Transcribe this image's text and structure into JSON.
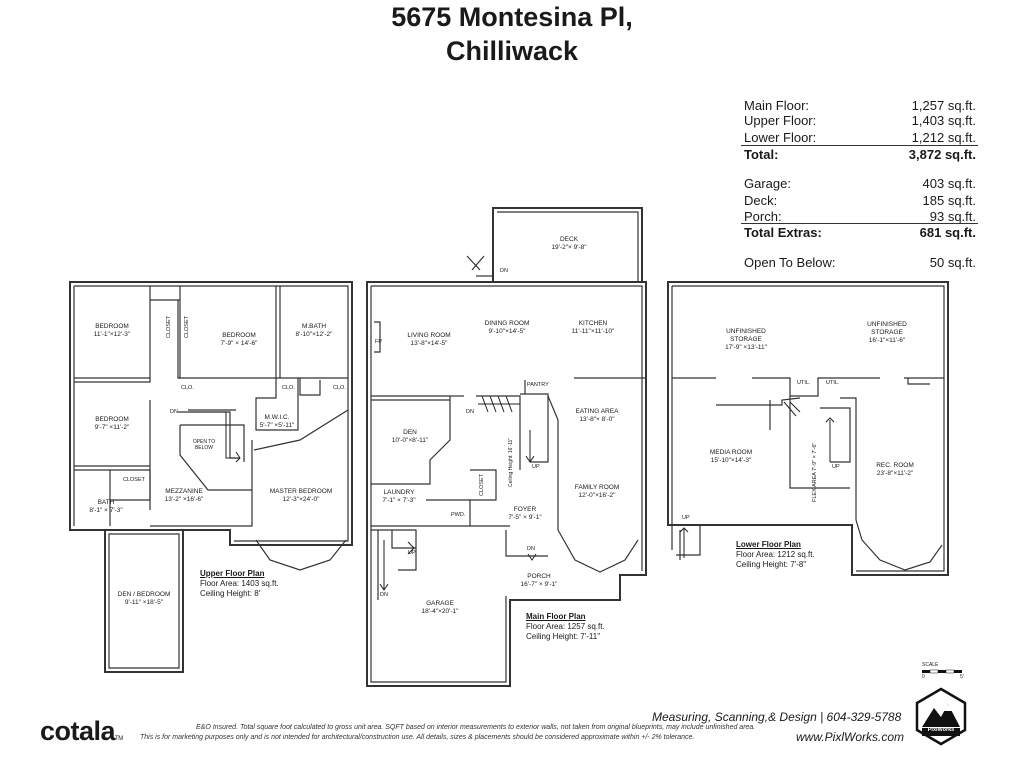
{
  "title": {
    "line1": "5675 Montesina Pl,",
    "line2": "Chilliwack"
  },
  "summary": {
    "main_floor": {
      "label": "Main Floor:",
      "value": "1,257 sq.ft."
    },
    "upper_floor": {
      "label": "Upper Floor:",
      "value": "1,403 sq.ft."
    },
    "lower_floor": {
      "label": "Lower Floor:",
      "value": "1,212 sq.ft."
    },
    "total": {
      "label": "Total:",
      "value": "3,872 sq.ft."
    },
    "garage": {
      "label": "Garage:",
      "value": "403 sq.ft."
    },
    "deck": {
      "label": "Deck:",
      "value": "185 sq.ft."
    },
    "porch": {
      "label": "Porch:",
      "value": "93 sq.ft."
    },
    "total_extras": {
      "label": "Total Extras:",
      "value": "681 sq.ft."
    },
    "open_below": {
      "label": "Open To Below:",
      "value": "50 sq.ft."
    }
  },
  "upper": {
    "bedroom1": {
      "name": "BEDROOM",
      "dim": "11'-1\"×12'-3\""
    },
    "closet_a": "CLOSET",
    "closet_b": "CLOSET",
    "bedroom2": {
      "name": "BEDROOM",
      "dim": "7'-9\" × 14'-6\""
    },
    "mbath": {
      "name": "M.BATH",
      "dim": "8'-10\"×12'-2\""
    },
    "clo1": "CLO.",
    "clo2": "CLO.",
    "clo3": "CLO.",
    "bedroom3": {
      "name": "BEDROOM",
      "dim": "9'-7\" ×11'-2\""
    },
    "mwic": {
      "name": "M.W.I.C.",
      "dim": "5'-7\" ×5'-11\""
    },
    "open_to_below": {
      "l1": "OPEN TO",
      "l2": "BELOW"
    },
    "dn": "DN",
    "closet_c": "CLOSET",
    "mezzanine": {
      "name": "MEZZANINE",
      "dim": "13'-2\" ×16'-6\""
    },
    "master": {
      "name": "MASTER BEDROOM",
      "dim": "12'-3\"×24'-0\""
    },
    "bath": {
      "name": "BATH",
      "dim": "8'-1\" × 7'-3\""
    },
    "den_bedroom": {
      "name": "DEN / BEDROOM",
      "dim": "9'-11\" ×18'-5\""
    },
    "caption": {
      "title": "Upper Floor Plan",
      "area": "Floor Area: 1403 sq.ft.",
      "ceiling": "Ceiling Height: 8'"
    }
  },
  "main": {
    "deck": {
      "name": "DECK",
      "dim": "19'-2\"× 9'-8\""
    },
    "dn_deck": "DN",
    "fp": "FP",
    "living": {
      "name": "LIVING ROOM",
      "dim": "13'-8\"×14'-5\""
    },
    "dining": {
      "name": "DINING ROOM",
      "dim": "9'-10\"×14'-5\""
    },
    "kitchen": {
      "name": "KITCHEN",
      "dim": "11'-11\"×11'-10\""
    },
    "pantry": "PANTRY",
    "den": {
      "name": "DEN",
      "dim": "10'-0\"×8'-11\""
    },
    "dn_stair": "DN",
    "eating": {
      "name": "EATING AREA",
      "dim": "13'-8\"× 8'-0\""
    },
    "ceiling_note": "Ceiling Height: 16'-11\"",
    "up_stair": "UP",
    "closet": "CLOSET",
    "laundry": {
      "name": "LAUNDRY",
      "dim": "7'-1\" × 7'-3\""
    },
    "family": {
      "name": "FAMILY ROOM",
      "dim": "12'-0\"×16'-2\""
    },
    "foyer": {
      "name": "FOYER",
      "dim": "7'-5\" × 9'-1\""
    },
    "pwd": "PWD.",
    "up_garage": "UP",
    "dn_porch": "DN",
    "dn_garage": "DN",
    "porch": {
      "name": "PORCH",
      "dim": "16'-7\" × 9'-1\""
    },
    "garage": {
      "name": "GARAGE",
      "dim": "18'-4\"×20'-1\""
    },
    "caption": {
      "title": "Main Floor Plan",
      "area": "Floor Area: 1257 sq.ft.",
      "ceiling": "Ceiling Height: 7'-11\""
    }
  },
  "lower": {
    "unf1": {
      "l1": "UNFINISHED",
      "l2": "STORAGE",
      "dim": "17'-9\" ×13'-11\""
    },
    "unf2": {
      "l1": "UNFINISHED",
      "l2": "STORAGE",
      "dim": "16'-1\"×11'-6\""
    },
    "util1": "UTIL.",
    "util2": "UTIL.",
    "media": {
      "name": "MEDIA ROOM",
      "dim": "15'-10\"×14'-3\""
    },
    "up_stair": "UP",
    "flex": {
      "name": "FLEX AREA",
      "dim": "7'-9\" × 7'-6\""
    },
    "rec": {
      "name": "REC. ROOM",
      "dim": "23'-8\"×11'-2\""
    },
    "up_left": "UP",
    "caption": {
      "title": "Lower Floor Plan",
      "area": "Floor Area: 1212 sq.ft.",
      "ceiling": "Ceiling Height: 7'-8\""
    }
  },
  "scale": {
    "label": "SCALE",
    "zero": "0",
    "five": "5'"
  },
  "footer": {
    "brand": "cotala",
    "tm": "TM",
    "line1": "E&O Insured.  Total square foot calculated to gross unit area. SQFT based on interior measurements to exterior walls, not taken from original blueprints, may include unfinished area.",
    "line2": "This is for marketing purposes only and is not intended for architectural/construction use.  All details, sizes & placements should be considered approximate within +/- 2% tolerance.",
    "measuring": "Measuring, Scanning,& Design | 604-329-5788",
    "url": "www.PixlWorks.com",
    "logo_text": "PixlWorks"
  }
}
